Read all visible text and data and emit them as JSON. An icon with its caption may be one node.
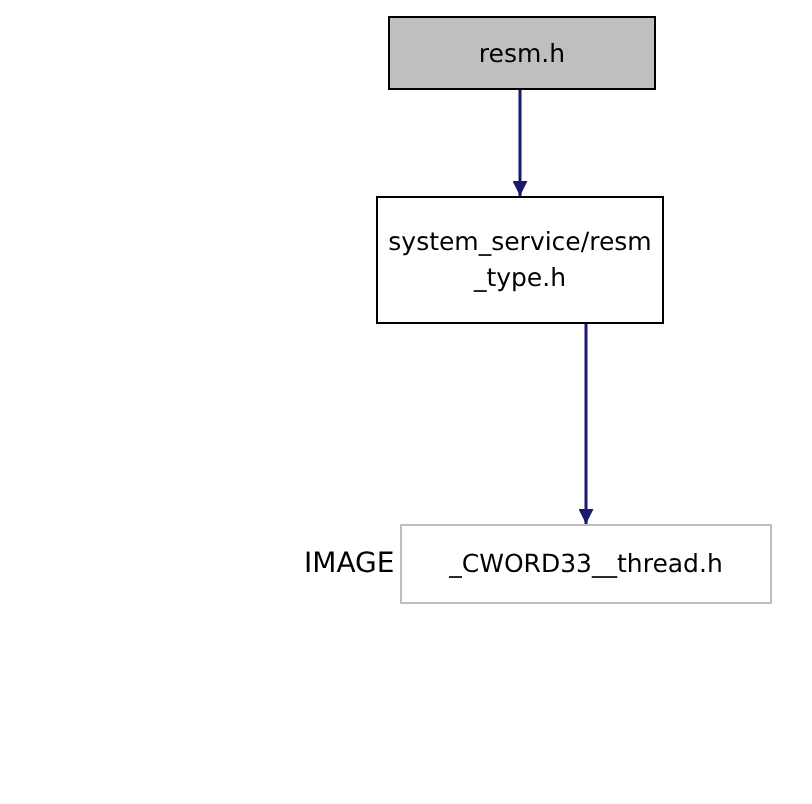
{
  "diagram": {
    "nodes": [
      {
        "text": [
          "resm.h"
        ]
      },
      {
        "text": [
          "system_service/resm _type.h"
        ]
      },
      {
        "text": [
          "_CWORD33__thread.h"
        ]
      }
    ],
    "edges": [
      {
        "from": 0,
        "to": 1,
        "arrow": "to",
        "color": "#191970"
      },
      {
        "from": 1,
        "to": 2,
        "arrow": "to",
        "color": "#191970"
      }
    ],
    "labels": [
      "IMAGE"
    ]
  }
}
